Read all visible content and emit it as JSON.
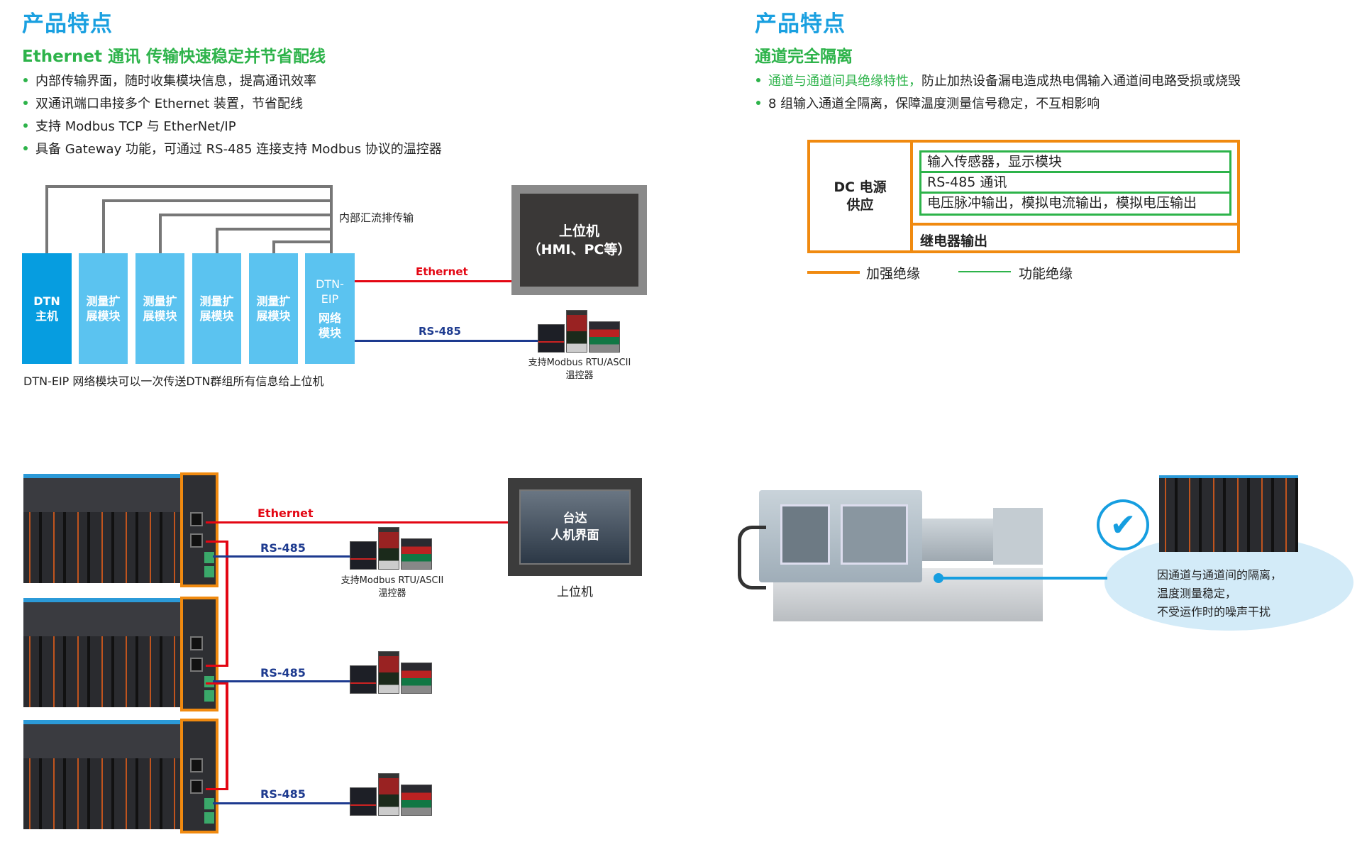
{
  "left": {
    "title": "产品特点",
    "subtitle": "Ethernet 通讯 传输快速稳定并节省配线",
    "bullets": [
      "内部传输界面，随时收集模块信息，提高通讯效率",
      "双通讯端口串接多个 Ethernet 装置，节省配线",
      "支持 Modbus TCP 与 EtherNet/IP",
      "具备 Gateway 功能，可通过 RS-485 连接支持 Modbus 协议的温控器"
    ],
    "diagram": {
      "modules": [
        {
          "l1": "DTN",
          "l2": "主机"
        },
        {
          "l1": "测量扩",
          "l2": "展模块"
        },
        {
          "l1": "测量扩",
          "l2": "展模块"
        },
        {
          "l1": "测量扩",
          "l2": "展模块"
        },
        {
          "l1": "测量扩",
          "l2": "展模块"
        }
      ],
      "eip": {
        "l1": "DTN-",
        "l2": "EIP",
        "l3": "网络",
        "l4": "模块"
      },
      "bus_label": "内部汇流排传输",
      "host_l1": "上位机",
      "host_l2": "（HMI、PC等）",
      "ethernet": "Ethernet",
      "rs485": "RS-485",
      "ctrl_caption_1": "支持Modbus RTU/ASCII",
      "ctrl_caption_2": "温控器",
      "caption": "DTN-EIP 网络模块可以一次传送DTN群组所有信息给上位机"
    },
    "network": {
      "ethernet": "Ethernet",
      "rs485": [
        "RS-485",
        "RS-485",
        "RS-485"
      ],
      "ctrl_caption_1": "支持Modbus RTU/ASCII",
      "ctrl_caption_2": "温控器",
      "hmi_l1": "台达",
      "hmi_l2": "人机界面",
      "hmi_caption": "上位机"
    }
  },
  "right": {
    "title": "产品特点",
    "subtitle": "通道完全隔离",
    "bullet1_highlight": "通道与通道间具绝缘特性，",
    "bullet1_rest": "防止加热设备漏电造成热电偶输入通道间电路受损或烧毁",
    "bullet2": "8 组输入通道全隔离，保障温度测量信号稳定，不互相影响",
    "table": {
      "power_l1": "DC 电源",
      "power_l2": "供应",
      "rows": [
        "输入传感器，显示模块",
        "RS-485 通讯",
        "电压脉冲输出，模拟电流输出，模拟电压输出"
      ],
      "relay": "继电器输出"
    },
    "legend": {
      "reinforced": "加强绝缘",
      "functional": "功能绝缘"
    },
    "callout": [
      "因通道与通道间的隔离，",
      "温度测量稳定，",
      "不受运作时的噪声干扰"
    ]
  },
  "colors": {
    "blue_title": "#1aa0e0",
    "green": "#2db34a",
    "orange": "#f08a10",
    "ethernet": "#e30613",
    "rs485": "#1d3a8f",
    "module": "#5bc3f0",
    "host_module": "#069de0"
  }
}
